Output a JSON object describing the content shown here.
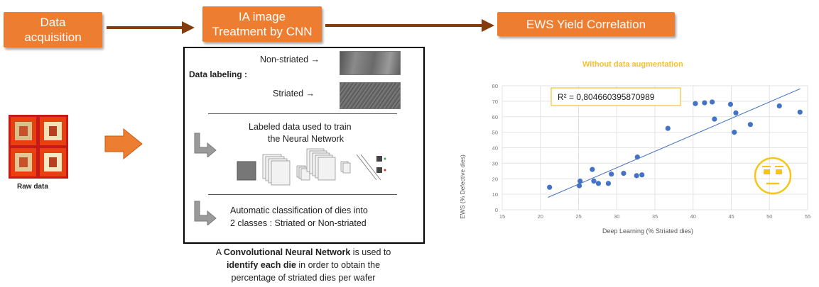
{
  "stages": {
    "acquisition": [
      "Data",
      "acquisition"
    ],
    "treatment": [
      "IA image",
      "Treatment by CNN"
    ],
    "correlation": "EWS Yield Correlation"
  },
  "raw_data_label": "Raw data",
  "panel": {
    "labeling_title": "Data labeling :",
    "non_striated_label": "Non-striated →",
    "striated_label": "Striated →",
    "train_text": [
      "Labeled data used to train",
      "the Neural Network"
    ],
    "classify_text": [
      "Automatic classification of dies into",
      "2 classes : Striated or Non-striated"
    ]
  },
  "caption": {
    "line1_pre": "A ",
    "line1_bold": "Convolutional Neural Network",
    "line1_post": " is used to",
    "line2_bold": "identify each die",
    "line2_post": " in order to obtain the",
    "line3": "percentage of striated dies per wafer"
  },
  "colors": {
    "accent": "#ed7d31",
    "arrow": "#843c0c",
    "point": "#4472c4",
    "title": "#f2c12e",
    "emoji": "#f5c518"
  },
  "icons": [
    "wafer-thumbnail-icon",
    "orange-arrow-icon",
    "gray-return-arrow-icon",
    "neutral-face-icon"
  ],
  "chart_data": {
    "type": "scatter",
    "title": "Without data augmentation",
    "xlabel": "Deep Learning (% Striated dies)",
    "ylabel": "EWS (% Defective dies)",
    "xlim": [
      15,
      55
    ],
    "ylim": [
      0,
      80
    ],
    "xticks": [
      15,
      20,
      25,
      30,
      35,
      40,
      45,
      50,
      55
    ],
    "yticks": [
      0,
      10,
      20,
      30,
      40,
      50,
      60,
      70,
      80
    ],
    "annotation": "R² = 0,804660395870989",
    "grid": true,
    "trendline": {
      "x": [
        21,
        54
      ],
      "y": [
        8,
        78
      ]
    },
    "series": [
      {
        "points": [
          [
            21.2,
            14.5
          ],
          [
            25.1,
            15.5
          ],
          [
            25.2,
            18.5
          ],
          [
            26.8,
            26
          ],
          [
            27,
            18.5
          ],
          [
            27.6,
            17
          ],
          [
            28.9,
            17
          ],
          [
            29.3,
            23
          ],
          [
            30.9,
            23.5
          ],
          [
            32.6,
            22
          ],
          [
            32.7,
            34
          ],
          [
            33.3,
            22.5
          ],
          [
            36.7,
            52.5
          ],
          [
            40.3,
            68.5
          ],
          [
            41.5,
            69
          ],
          [
            42.5,
            69.5
          ],
          [
            42.8,
            58.5
          ],
          [
            44.9,
            68
          ],
          [
            45.4,
            50
          ],
          [
            45.6,
            62.5
          ],
          [
            47.5,
            55
          ],
          [
            51.3,
            67
          ],
          [
            54,
            63
          ]
        ]
      }
    ]
  }
}
